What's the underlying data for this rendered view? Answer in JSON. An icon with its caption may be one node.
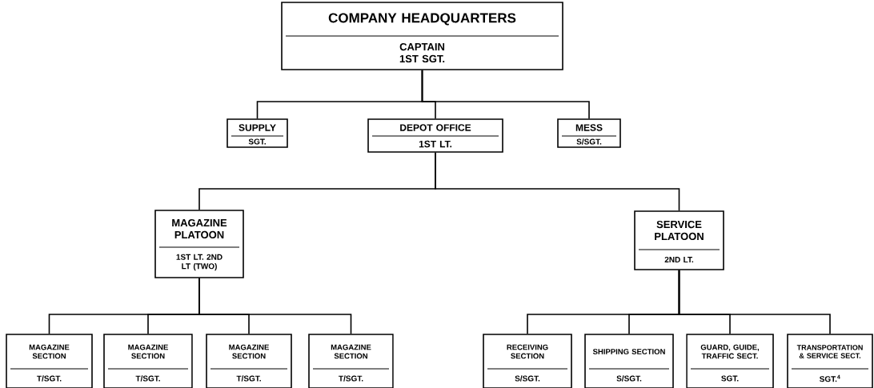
{
  "diagram": {
    "nodes": [
      {
        "text": [
          "COMPANY HEADQUARTERS",
          "CAPTAIN 1ST SGT."
        ]
      },
      {
        "text": [
          "SUPPLY",
          "SGT."
        ]
      },
      {
        "text": [
          "DEPOT OFFICE",
          "1ST LT."
        ]
      },
      {
        "text": [
          "MESS",
          "S/SGT."
        ]
      },
      {
        "text": [
          "MAGAZINE PLATOON",
          "1ST LT. 2ND LT (TWO)"
        ]
      },
      {
        "text": [
          "SERVICE PLATOON",
          "2ND LT."
        ]
      },
      {
        "text": [
          "MAGAZINE SECTION",
          "T/SGT."
        ]
      },
      {
        "text": [
          "MAGAZINE SECTION",
          "T/SGT."
        ]
      },
      {
        "text": [
          "MAGAZINE SECTION",
          "T/SGT."
        ]
      },
      {
        "text": [
          "MAGAZINE SECTION",
          "T/SGT."
        ]
      },
      {
        "text": [
          "RECEIVING SECTION",
          "S/SGT."
        ]
      },
      {
        "text": [
          "SHIPPING SECTION",
          "S/SGT."
        ]
      },
      {
        "text": [
          "GUARD, GUIDE, TRAFFIC SECT.",
          "SGT."
        ]
      },
      {
        "text": [
          "TRANSPORTATION & SERVICE SECT.",
          "SGT.$^{4}$"
        ]
      }
    ],
    "edges": [
      {
        "from": 0,
        "to": 1,
        "arrow": "none"
      },
      {
        "from": 0,
        "to": 2,
        "arrow": "none"
      },
      {
        "from": 0,
        "to": 3,
        "arrow": "none"
      },
      {
        "from": 2,
        "to": 4,
        "arrow": "none"
      },
      {
        "from": 2,
        "to": 5,
        "arrow": "none"
      },
      {
        "from": 4,
        "to": 6,
        "arrow": "none"
      },
      {
        "from": 4,
        "to": 7,
        "arrow": "none"
      },
      {
        "from": 4,
        "to": 8,
        "arrow": "none"
      },
      {
        "from": 4,
        "to": 9,
        "arrow": "none"
      },
      {
        "from": 5,
        "to": 10,
        "arrow": "none"
      },
      {
        "from": 5,
        "to": 11,
        "arrow": "none"
      },
      {
        "from": 5,
        "to": 12,
        "arrow": "none"
      },
      {
        "from": 5,
        "to": 13,
        "arrow": "none"
      }
    ]
  }
}
